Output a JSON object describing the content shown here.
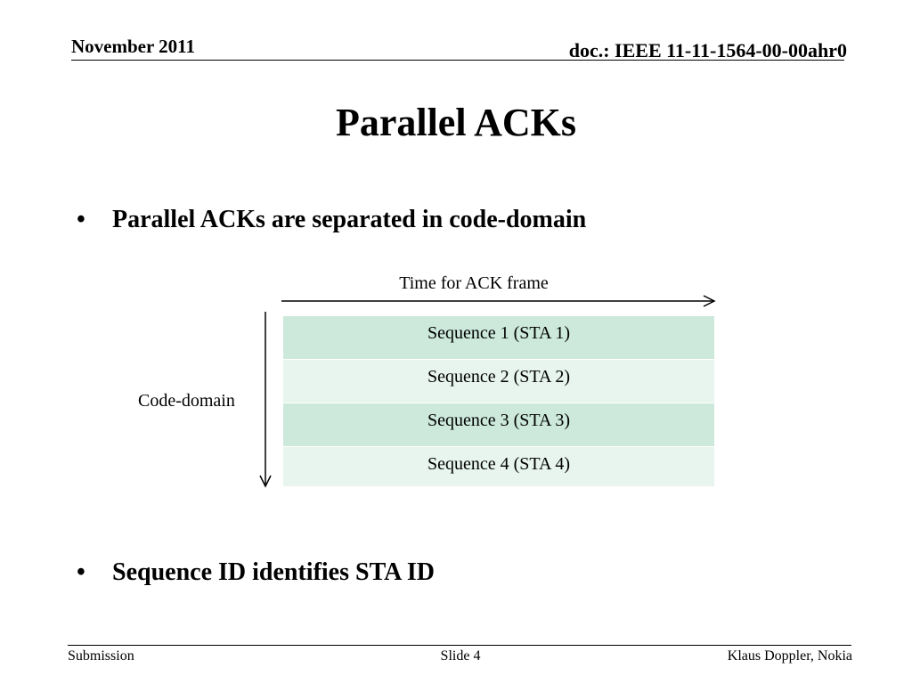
{
  "header": {
    "date": "November 2011",
    "doc_id": "doc.: IEEE 11-11-1564-00-00ahr0"
  },
  "slide": {
    "title": "Parallel ACKs",
    "bullets": [
      "Parallel ACKs are separated in code-domain",
      "Sequence ID identifies STA ID"
    ]
  },
  "diagram": {
    "time_label": "Time for ACK frame",
    "code_label": "Code-domain",
    "sequences": [
      "Sequence 1 (STA 1)",
      "Sequence 2 (STA 2)",
      "Sequence 3 (STA 3)",
      "Sequence 4 (STA 4)"
    ],
    "colors": {
      "row_dark": "#cce9dc",
      "row_light": "#e7f5ee"
    }
  },
  "footer": {
    "left": "Submission",
    "center": "Slide 4",
    "right": "Klaus Doppler, Nokia"
  }
}
